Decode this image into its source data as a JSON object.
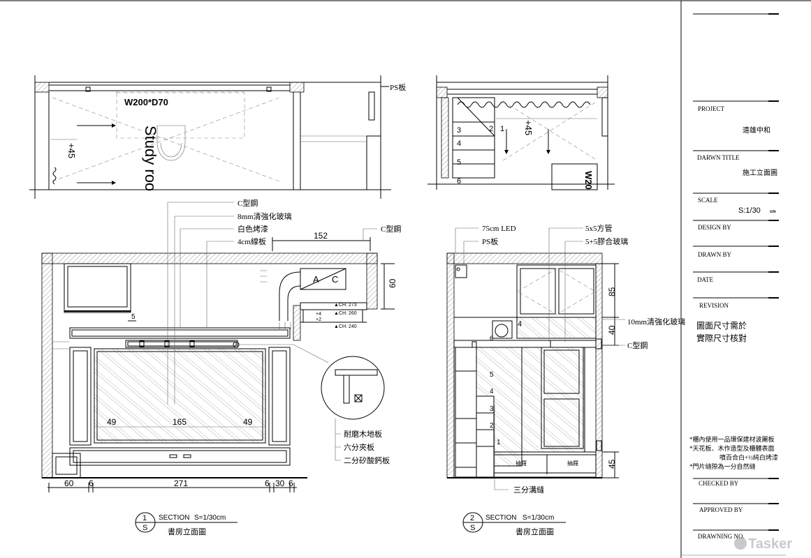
{
  "title_block": {
    "project_label": "PROJECT",
    "project_value": "遠雄中和",
    "drawn_title_label": "DARWN TITLE",
    "drawn_title_value": "施工立面圖",
    "scale_label": "SCALE",
    "scale_value": "S:1/30",
    "scale_unit": "cm",
    "design_by_label": "DESIGN BY",
    "drawn_by_label": "DRAWN BY",
    "date_label": "DATE",
    "revision_label": "REVISION",
    "note_main": [
      "圖面尺寸需於",
      "實際尺寸核對"
    ],
    "notes": [
      "*櫃內使用一品環保建材波麗板",
      "*天花板、木作造型及櫃體表面",
      "噴百合白+½純白烤漆",
      "*門片縫隙為一分自然縫"
    ],
    "checked_by_label": "CHECKED BY",
    "approved_by_label": "APPROVED BY",
    "drawing_no_label": "DRAWNING NO.",
    "watermark": "Tasker"
  },
  "plan_left": {
    "desk_label": "W200*D70",
    "room_label": "Study roo",
    "level": "+45",
    "ps_label": "PS板"
  },
  "plan_right": {
    "level": "+45",
    "desk_label": "W20",
    "steps": [
      "1",
      "2",
      "3",
      "4",
      "5",
      "6"
    ]
  },
  "elevation_left": {
    "callouts_top": [
      "C型鋼",
      "8mm清強化玻璃",
      "白色烤漆",
      "4cm線板"
    ],
    "callout_right": "C型鋼",
    "dim_top": "152",
    "dim_side": "60",
    "ac_label_a": "A",
    "ac_label_c": "C",
    "ceiling_heights": [
      "▲CH: 273",
      "▲CH: 260",
      "▲CH: 240"
    ],
    "ceiling_offsets": [
      "+4",
      "+2"
    ],
    "mark_5": "5",
    "panel_dims": [
      "49",
      "165",
      "49"
    ],
    "bottom_dims": [
      "60",
      "6",
      "271",
      "6",
      "30",
      "6"
    ],
    "floor_callouts": [
      "耐磨木地板",
      "六分夾板",
      "二分矽酸鈣板"
    ],
    "section_number": "1",
    "section_letter": "S",
    "section_label": "SECTION",
    "section_scale": "S=1/30cm",
    "section_title": "書房立面圖"
  },
  "elevation_right": {
    "callouts_top_left": [
      "75cm LED",
      "PS板"
    ],
    "callouts_top_right": [
      "5x5方管",
      "5+5膠合玻璃"
    ],
    "callout_glass": "10mm清強化玻璃",
    "callout_steel": "C型鋼",
    "dims": [
      "85",
      "40",
      "45"
    ],
    "steps": [
      "1",
      "2",
      "3",
      "4",
      "5",
      "6",
      "4"
    ],
    "drawers": [
      "抽屜",
      "抽屜"
    ],
    "groove_label": "三分溝縫",
    "section_number": "2",
    "section_letter": "S",
    "section_label": "SECTION",
    "section_scale": "S=1/30cm",
    "section_title": "書房立面圖"
  }
}
